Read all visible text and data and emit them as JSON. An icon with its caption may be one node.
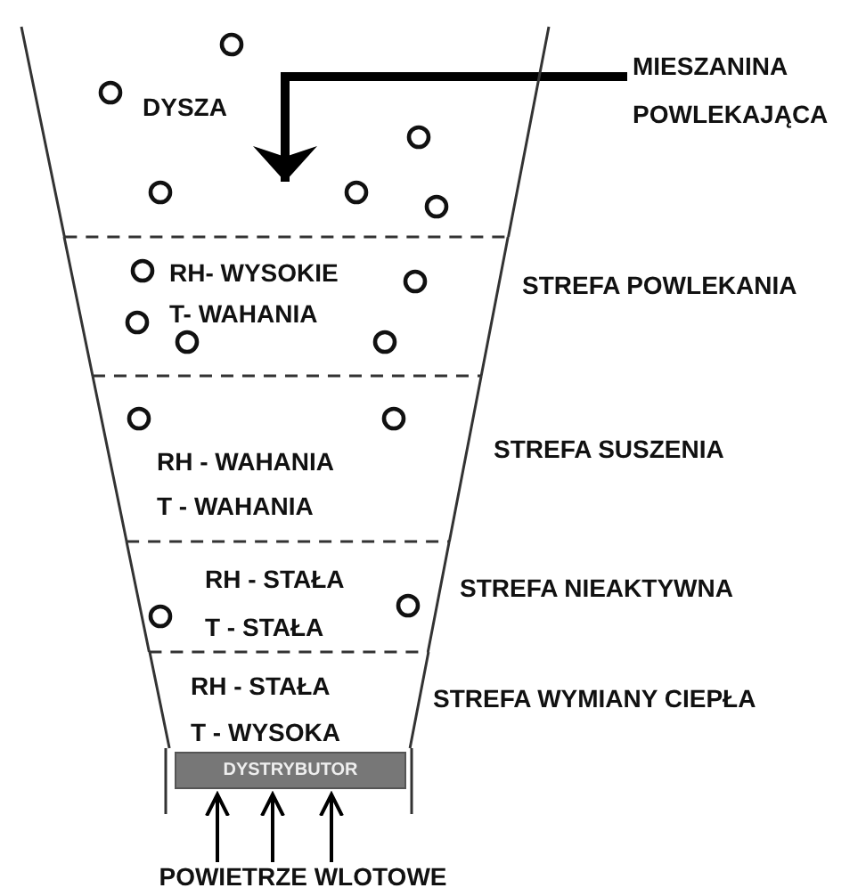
{
  "diagram": {
    "nodes": [
      {
        "text": [
          "DYSZA"
        ]
      },
      {
        "text": [
          "MIESZANINA POWLEKAJĄCA"
        ]
      },
      {
        "text": [
          "RH- WYSOKIE",
          "T- WAHANIA"
        ],
        "beside": [
          "STREFA POWLEKANIA"
        ]
      },
      {
        "text": [
          "RH - WAHANIA",
          "T - WAHANIA"
        ],
        "beside": [
          "STREFA SUSZENIA"
        ]
      },
      {
        "text": [
          "RH - STAŁA",
          "T - STAŁA"
        ],
        "beside": [
          "STREFA NIEAKTYWNA"
        ]
      },
      {
        "text": [
          "RH - STAŁA",
          "T - WYSOKA"
        ],
        "beside": [
          "STREFA WYMIANY CIEPŁA"
        ]
      },
      {
        "text": [
          "DYSTRYBUTOR"
        ]
      },
      {
        "text": [
          "POWIETRZE WLOTOWE"
        ]
      }
    ],
    "edges": [
      {
        "from": 1,
        "to": 0,
        "arrow": "to",
        "style": "thick"
      },
      {
        "from": 7,
        "to": 6,
        "arrow": "to"
      },
      {
        "from": 7,
        "to": 6,
        "arrow": "to"
      },
      {
        "from": 7,
        "to": 6,
        "arrow": "to"
      }
    ]
  }
}
